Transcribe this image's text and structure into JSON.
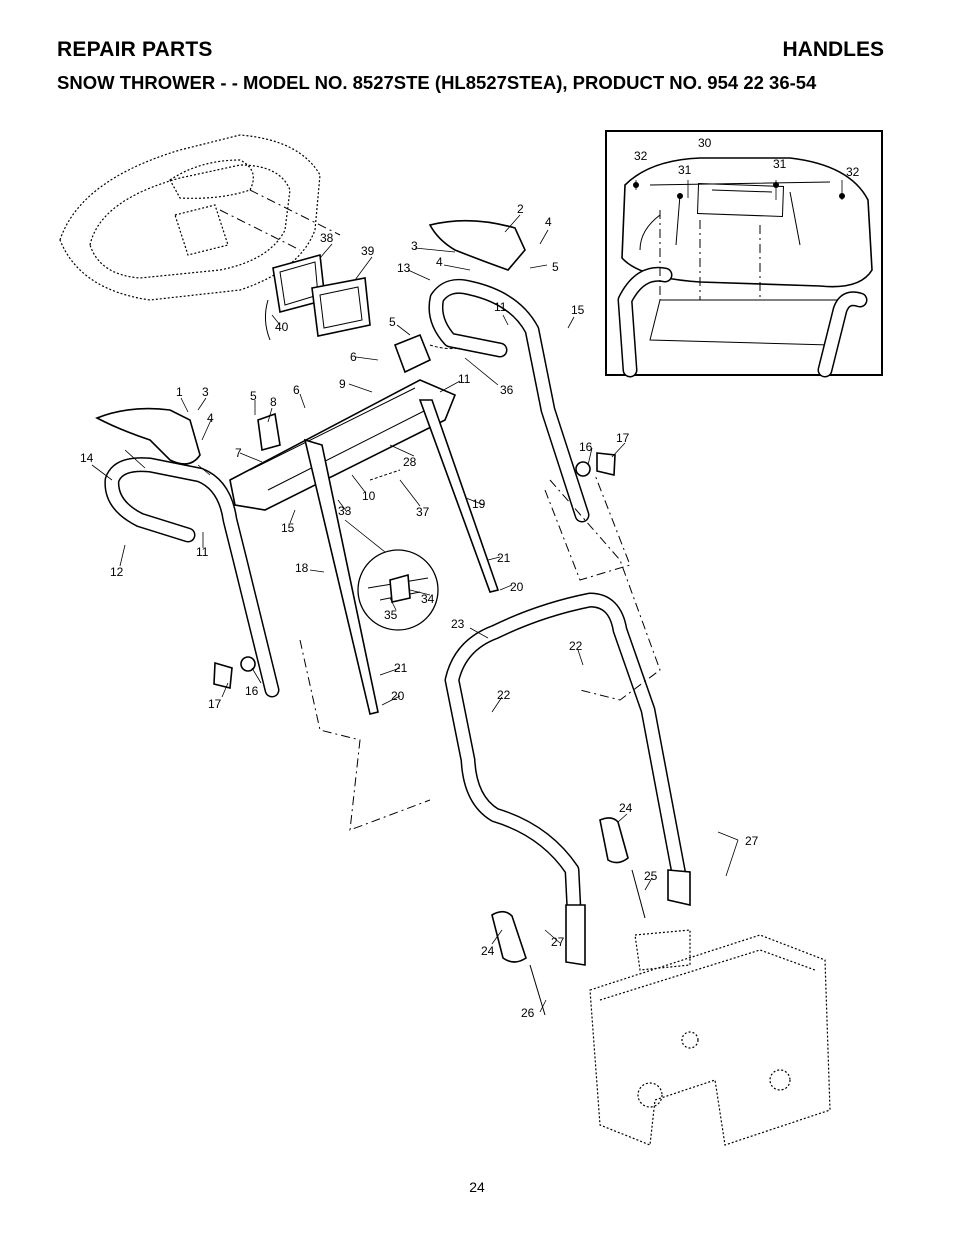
{
  "header": {
    "left_title": "REPAIR PARTS",
    "right_title": "HANDLES",
    "subtitle": "SNOW THROWER - - MODEL NO. 8527STE (HL8527STEA), PRODUCT NO. 954 22 36-54"
  },
  "callouts": [
    "1",
    "2",
    "3",
    "3",
    "4",
    "4",
    "4",
    "5",
    "5",
    "5",
    "6",
    "6",
    "7",
    "8",
    "9",
    "10",
    "11",
    "11",
    "11",
    "12",
    "13",
    "14",
    "15",
    "15",
    "16",
    "16",
    "17",
    "17",
    "18",
    "19",
    "20",
    "20",
    "21",
    "21",
    "22",
    "22",
    "23",
    "24",
    "24",
    "25",
    "26",
    "27",
    "27",
    "28",
    "30",
    "31",
    "31",
    "32",
    "32",
    "33",
    "34",
    "35",
    "36",
    "37",
    "38",
    "39",
    "40"
  ],
  "page_number": "24"
}
